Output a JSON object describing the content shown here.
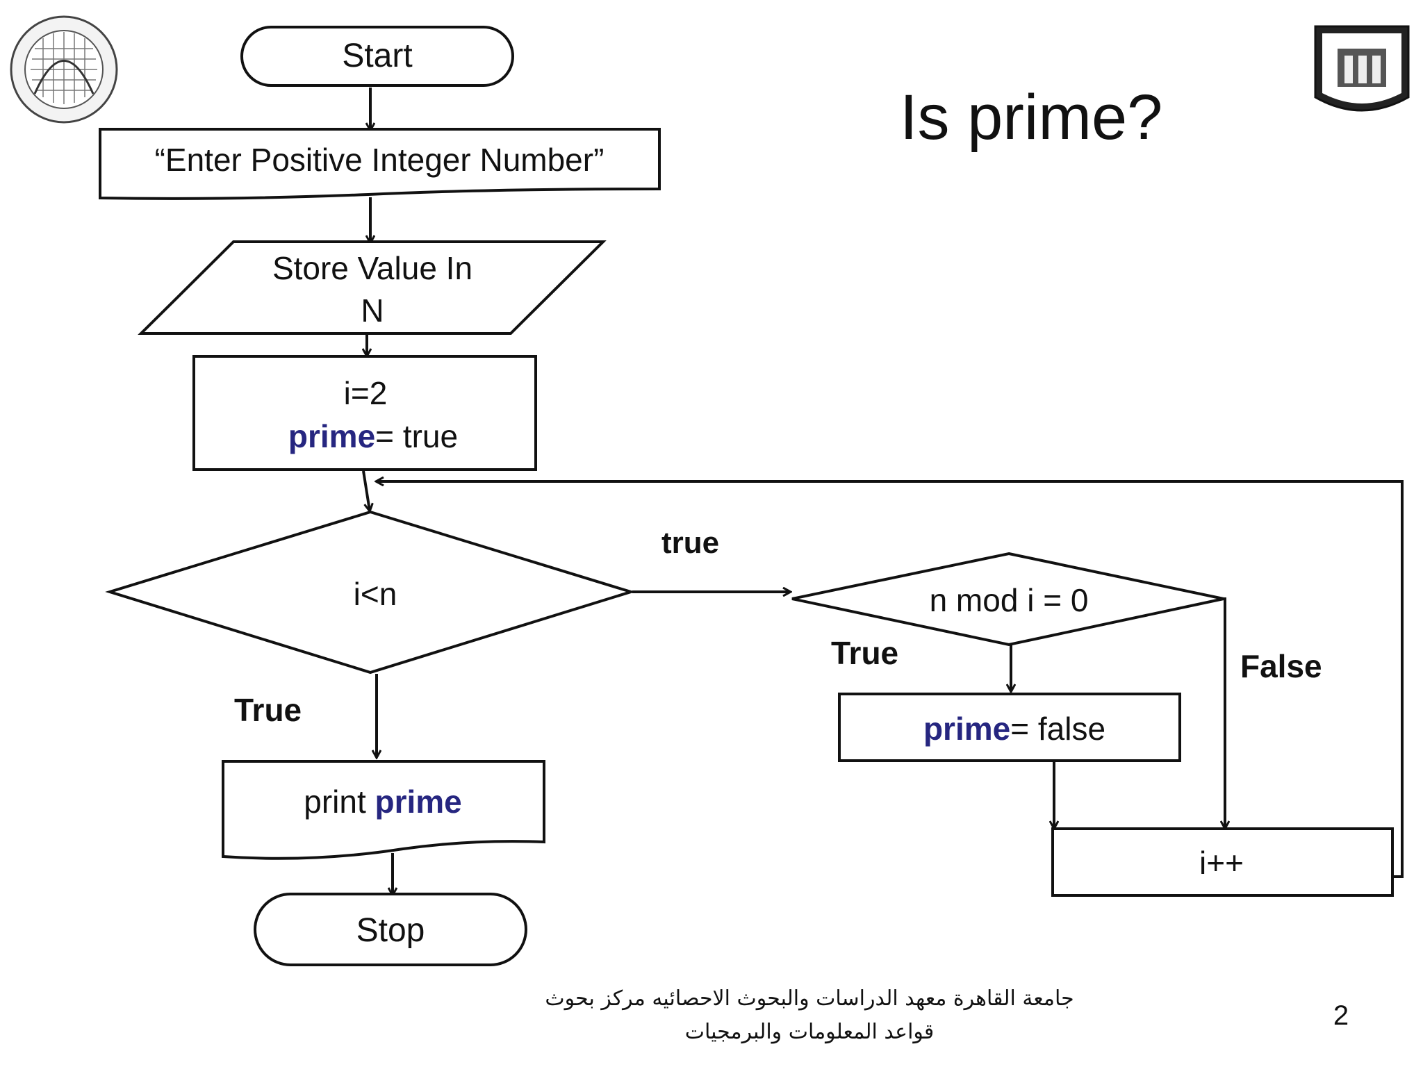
{
  "slide": {
    "title": "Is prime?",
    "page_number": "2",
    "footer_line1": "جامعة القاهرة معهد الدراسات والبحوث الاحصائيه مركز بحوث",
    "footer_line2": "قواعد المعلومات والبرمجيات"
  },
  "colors": {
    "keyword_blue": "#262680",
    "edge_purple": "#8e44c9",
    "ink": "#111111"
  },
  "logos": {
    "left": "cairo-university-institute-seal",
    "right": "cairo-university-crest"
  },
  "flowchart": {
    "start": "Start",
    "input_prompt": "“Enter Positive Integer Number”",
    "store_line1": "Store Value In",
    "store_line2": "N",
    "init_line1": "i=2",
    "init_kw": "prime",
    "init_rest": "= true",
    "loop_cond": "i<n",
    "loop_true_label": "True",
    "loop_to_check_label": "true",
    "print_text": "print ",
    "print_kw": "prime",
    "stop": "Stop",
    "mod_cond": "n mod i = 0",
    "mod_true_label": "True",
    "mod_false_label": "False",
    "assign_kw": "prime",
    "assign_rest": "= false",
    "increment": "i++"
  }
}
